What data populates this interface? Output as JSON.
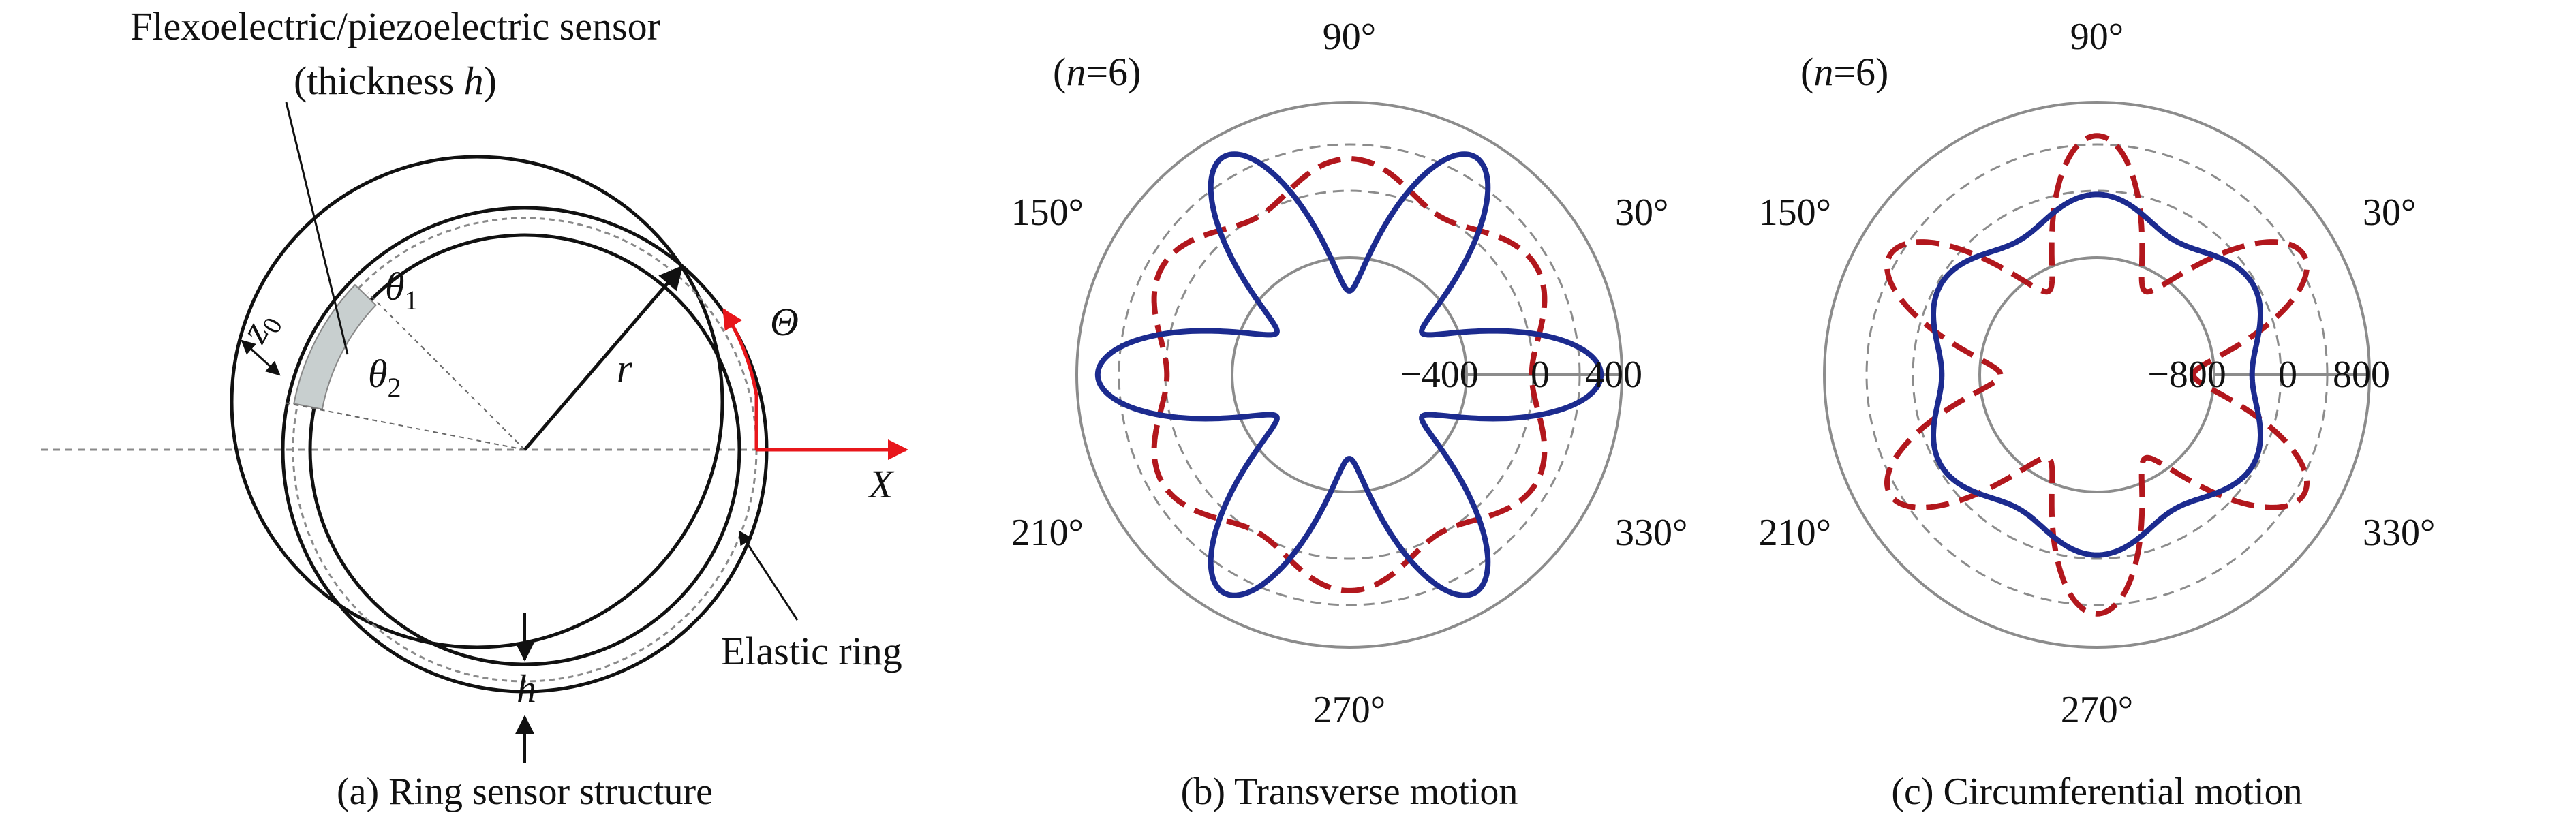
{
  "panel_a": {
    "sensor_label_line1": "Flexoelectric/piezoelectric sensor",
    "sensor_label_line2_prefix": "(thickness ",
    "sensor_label_line2_var": "h",
    "sensor_label_line2_suffix": ")",
    "theta1_symbol": "θ",
    "theta1_sub": "1",
    "theta2_symbol": "θ",
    "theta2_sub": "2",
    "z0_symbol": "z",
    "z0_sub": "0",
    "r_label": "r",
    "Theta_label": "Θ",
    "X_label": "X",
    "h_label": "h",
    "elastic_label": "Elastic ring",
    "caption": "(a) Ring sensor structure",
    "colors": {
      "line": "#111111",
      "arrow_red": "#e8161b",
      "sensor_fill": "#c8cfcf",
      "dashed": "#8a8a8a"
    }
  },
  "panel_b": {
    "mode_label_var": "n",
    "mode_label_value": "=6",
    "mode_label_open": "(",
    "mode_label_close": ")",
    "angles": [
      "90°",
      "30°",
      "150°",
      "210°",
      "330°",
      "270°"
    ],
    "radial_ticks": [
      "−400",
      "0",
      "400"
    ],
    "caption": "(b) Transverse motion"
  },
  "panel_c": {
    "mode_label_var": "n",
    "mode_label_value": "=6",
    "mode_label_open": "(",
    "mode_label_close": ")",
    "angles": [
      "90°",
      "30°",
      "150°",
      "210°",
      "330°",
      "270°"
    ],
    "radial_ticks": [
      "−800",
      "0",
      "800"
    ],
    "caption": "(c) Circumferential motion"
  },
  "chart_data": [
    {
      "type": "polar-line",
      "panel": "b",
      "mode_number": 6,
      "angle_ticks_deg": [
        30,
        90,
        150,
        210,
        270,
        330
      ],
      "radial_ticks": [
        -400,
        0,
        400
      ],
      "rlim": [
        -800,
        500
      ],
      "series": [
        {
          "style": "solid",
          "color": "#1c2b8f",
          "formula": "r = 0 + 400*cos(6*theta)"
        },
        {
          "style": "dashed",
          "color": "#b2171d",
          "formula": "r = 150 - 80*cos(6*theta)"
        }
      ]
    },
    {
      "type": "polar-line",
      "panel": "c",
      "mode_number": 6,
      "angle_ticks_deg": [
        30,
        90,
        150,
        210,
        270,
        330
      ],
      "radial_ticks": [
        -800,
        0,
        800
      ],
      "rlim": [
        -1600,
        1000
      ],
      "series": [
        {
          "style": "solid",
          "color": "#1c2b8f",
          "formula": "r = 0 - 120*cos(6*theta)"
        },
        {
          "style": "dashed",
          "color": "#b2171d",
          "formula": "r = 0 - 680*cos(6*theta)"
        }
      ]
    }
  ]
}
